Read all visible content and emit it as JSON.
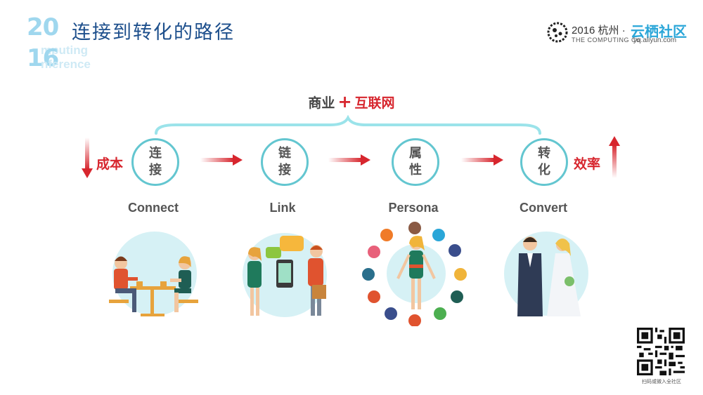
{
  "header": {
    "logo_year_top": "20",
    "logo_year_bottom": "16",
    "logo_faint_line1": "mputing",
    "logo_faint_line2": "nference",
    "title": "连接到转化的路径"
  },
  "brand": {
    "year_city": "2016 杭州 ·",
    "name": "云栖社区",
    "subtitle": "THE COMPUTING Co",
    "url": "yq.aliyun.com"
  },
  "business": {
    "left": "商业",
    "plus": "+",
    "right": "互联网"
  },
  "side": {
    "cost": "成本",
    "efficiency": "效率"
  },
  "stages": [
    {
      "char1": "连",
      "char2": "接",
      "label": "Connect"
    },
    {
      "char1": "链",
      "char2": "接",
      "label": "Link"
    },
    {
      "char1": "属",
      "char2": "性",
      "label": "Persona"
    },
    {
      "char1": "转",
      "char2": "化",
      "label": "Convert"
    }
  ],
  "qr_caption": "扫码或微入全社区",
  "colors": {
    "accent_red": "#d7262e",
    "circle_teal": "#63c6d0",
    "title_blue": "#1d4f8c",
    "brand_blue": "#2aa6d8"
  },
  "icons": [
    "cost-down-arrow-icon",
    "efficiency-up-arrow-icon",
    "step-arrow-icon",
    "brand-logo-icon",
    "qr-code-icon"
  ]
}
